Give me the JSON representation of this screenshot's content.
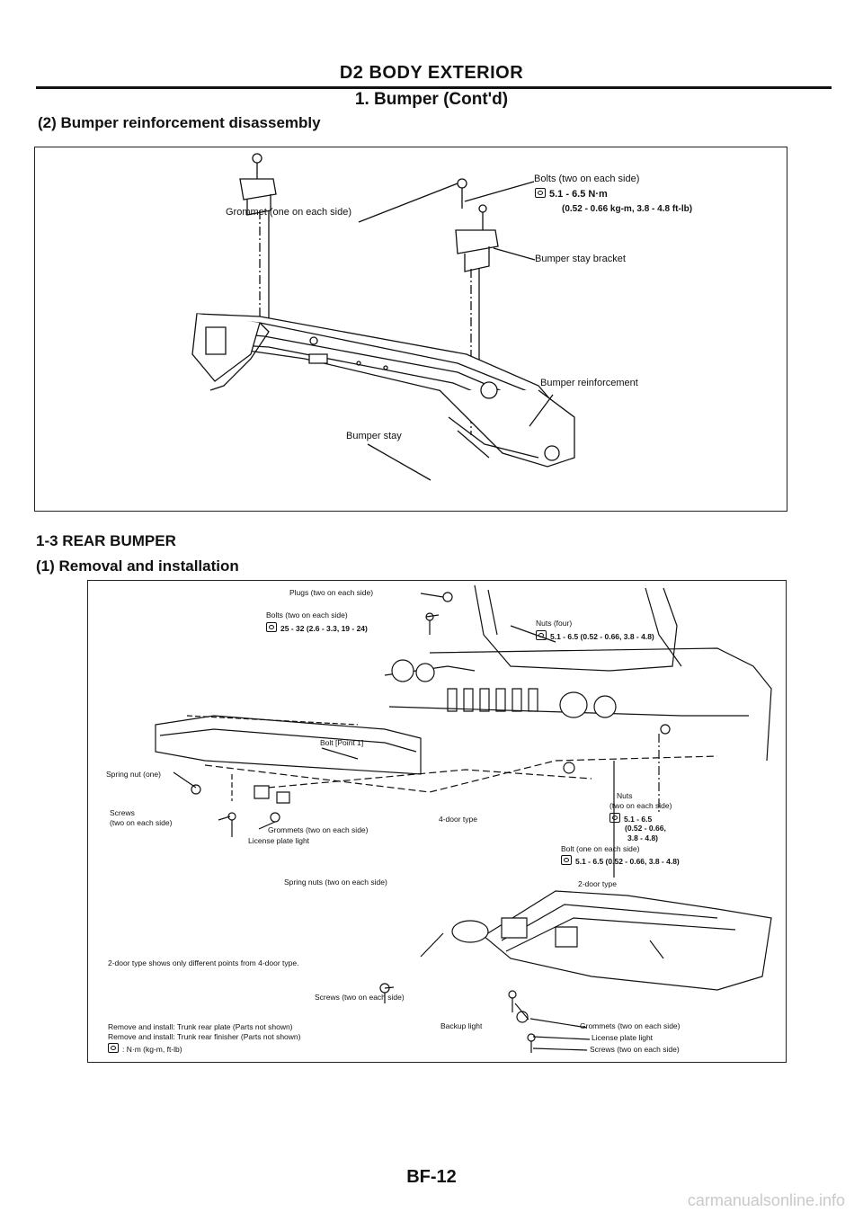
{
  "header": {
    "title": "D2 BODY EXTERIOR",
    "subtitle": "1. Bumper (Cont'd)"
  },
  "section1": {
    "heading": "(2) Bumper reinforcement disassembly",
    "labels": {
      "grommet": "Grommet (one on each side)",
      "bolts": "Bolts (two on each side)",
      "bolts_torque_1": "5.1 - 6.5 N·m",
      "bolts_torque_2": "(0.52 - 0.66 kg-m, 3.8 - 4.8 ft-lb)",
      "bracket": "Bumper stay bracket",
      "reinforcement": "Bumper reinforcement",
      "stay": "Bumper stay"
    }
  },
  "section2": {
    "heading": "1-3 REAR BUMPER",
    "subheading": "(1) Removal and installation",
    "labels": {
      "plugs": "Plugs (two on each side)",
      "bolts": "Bolts (two on each side)",
      "bolts_torque": "25 - 32 (2.6 - 3.3, 19 - 24)",
      "nuts_four": "Nuts (four)",
      "nuts_four_torque": "5.1 - 6.5 (0.52 - 0.66, 3.8 - 4.8)",
      "bolt_point": "Bolt [Point 1]",
      "spring_nut_one": "Spring nut (one)",
      "screws_1": "Screws",
      "screws_2": "(two on each side)",
      "four_door": "4-door type",
      "grommets": "Grommets (two on each side)",
      "license_light": "License plate light",
      "nuts_side_1": "Nuts",
      "nuts_side_2": "(two on each side)",
      "nuts_side_torque_1": "5.1 - 6.5",
      "nuts_side_torque_2": "(0.52 - 0.66,",
      "nuts_side_torque_3": "3.8 - 4.8)",
      "bolt_one": "Bolt (one on each side)",
      "bolt_one_torque": "5.1 - 6.5 (0.52 - 0.66, 3.8 - 4.8)",
      "spring_nuts": "Spring nuts (two on each side)",
      "two_door": "2-door type",
      "two_door_note": "2-door type shows only different points from 4-door type.",
      "screws_bottom": "Screws (two on each side)",
      "backup_light": "Backup light",
      "grommets_bottom": "Grommets (two on each side)",
      "license_light_bottom": "License plate light",
      "screws_bottom_right": "Screws (two on each side)",
      "note_1": "Remove and install: Trunk rear plate (Parts not shown)",
      "note_2": "Remove and install: Trunk rear finisher (Parts not shown)",
      "note_units": ": N·m (kg-m, ft-lb)"
    }
  },
  "footer": {
    "page": "BF-12"
  },
  "watermark": "carmanualsonline.info"
}
